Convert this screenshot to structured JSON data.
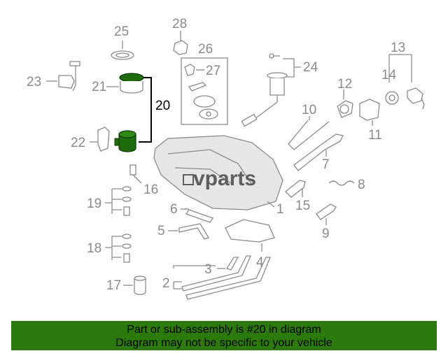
{
  "diagram": {
    "callouts": {
      "c1": "1",
      "c2": "2",
      "c3": "3",
      "c4": "4",
      "c5": "5",
      "c6": "6",
      "c7": "7",
      "c8": "8",
      "c9": "9",
      "c10": "10",
      "c11": "11",
      "c12": "12",
      "c13": "13",
      "c14": "14",
      "c15": "15",
      "c16": "16",
      "c17": "17",
      "c18": "18",
      "c19": "19",
      "c20": "20",
      "c21": "21",
      "c22": "22",
      "c23": "23",
      "c24": "24",
      "c25": "25",
      "c26": "26",
      "c27": "27",
      "c28": "28"
    },
    "highlight_color": "#1e6b0c",
    "callout_color": "#8a8a8a"
  },
  "watermark": {
    "text": "vparts",
    "color": "#5e5e5e"
  },
  "banner": {
    "line1": "Part or sub-assembly is #20 in diagram",
    "line2": "Diagram may not be specific to your vehicle",
    "background": "#2b7a0b"
  }
}
